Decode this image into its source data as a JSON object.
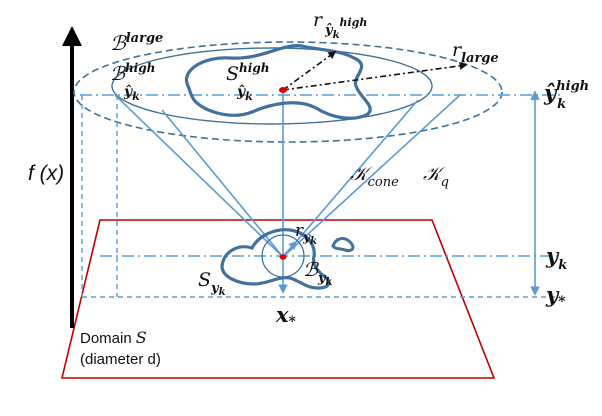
{
  "colors": {
    "line": "#5b9bd5",
    "shape": "#41719c",
    "domain": "#c00000",
    "point": "#e00000",
    "axis": "#000000",
    "text": "#111111"
  },
  "labels": {
    "f_axis": "f (x)",
    "B_large": {
      "base": "ℬ",
      "sup": "large"
    },
    "B_high": {
      "base": "ℬ",
      "sub": "ŷ",
      "subsub": "k",
      "subsup": "high"
    },
    "S_high": {
      "base": "S",
      "sub": "ŷ",
      "subsub": "k",
      "subsup": "high"
    },
    "r_high": {
      "base": "r",
      "sub": "ŷ",
      "subsub": "k",
      "subsup": "high"
    },
    "r_large": {
      "base": "r",
      "sub": "large"
    },
    "K_cone": {
      "base": "𝒦",
      "sub": "cone"
    },
    "K_q": {
      "base": "𝒦",
      "sub": "q"
    },
    "y_high_axis": {
      "base": "ŷ",
      "sub": "k",
      "sup": "high"
    },
    "y_k_axis": {
      "base": "y",
      "sub": "k"
    },
    "y_star_axis": {
      "base": "y",
      "sub": "*"
    },
    "r_yk": {
      "base": "r",
      "sub": "y",
      "subsub": "k"
    },
    "S_yk": {
      "base": "S",
      "sub": "y",
      "subsub": "k"
    },
    "B_yk": {
      "base": "ℬ",
      "sub": "y",
      "subsub": "k"
    },
    "x_star": {
      "base": "x",
      "sub": "*"
    },
    "domain_line1": "Domain",
    "domain_symbol": "S",
    "domain_line2": "(diameter d)"
  }
}
